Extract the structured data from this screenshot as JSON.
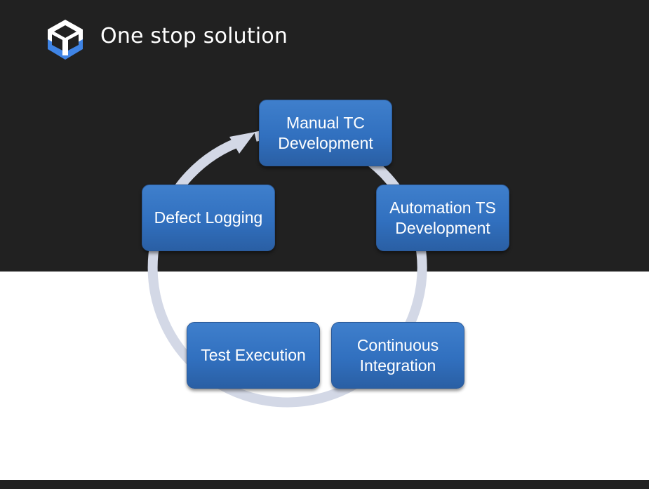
{
  "header": {
    "title": "One stop solution",
    "logo_icon": "cube-logo-icon"
  },
  "colors": {
    "background_dark": "#212121",
    "background_light": "#ffffff",
    "node_fill": "#3574c4",
    "cycle_arrow": "#d3d8e6",
    "logo_blue": "#3f84e5"
  },
  "cycle": {
    "direction": "clockwise",
    "steps": [
      {
        "label": "Manual TC Development"
      },
      {
        "label": "Automation TS Development"
      },
      {
        "label": "Continuous Integration"
      },
      {
        "label": "Test Execution"
      },
      {
        "label": "Defect Logging"
      }
    ]
  }
}
